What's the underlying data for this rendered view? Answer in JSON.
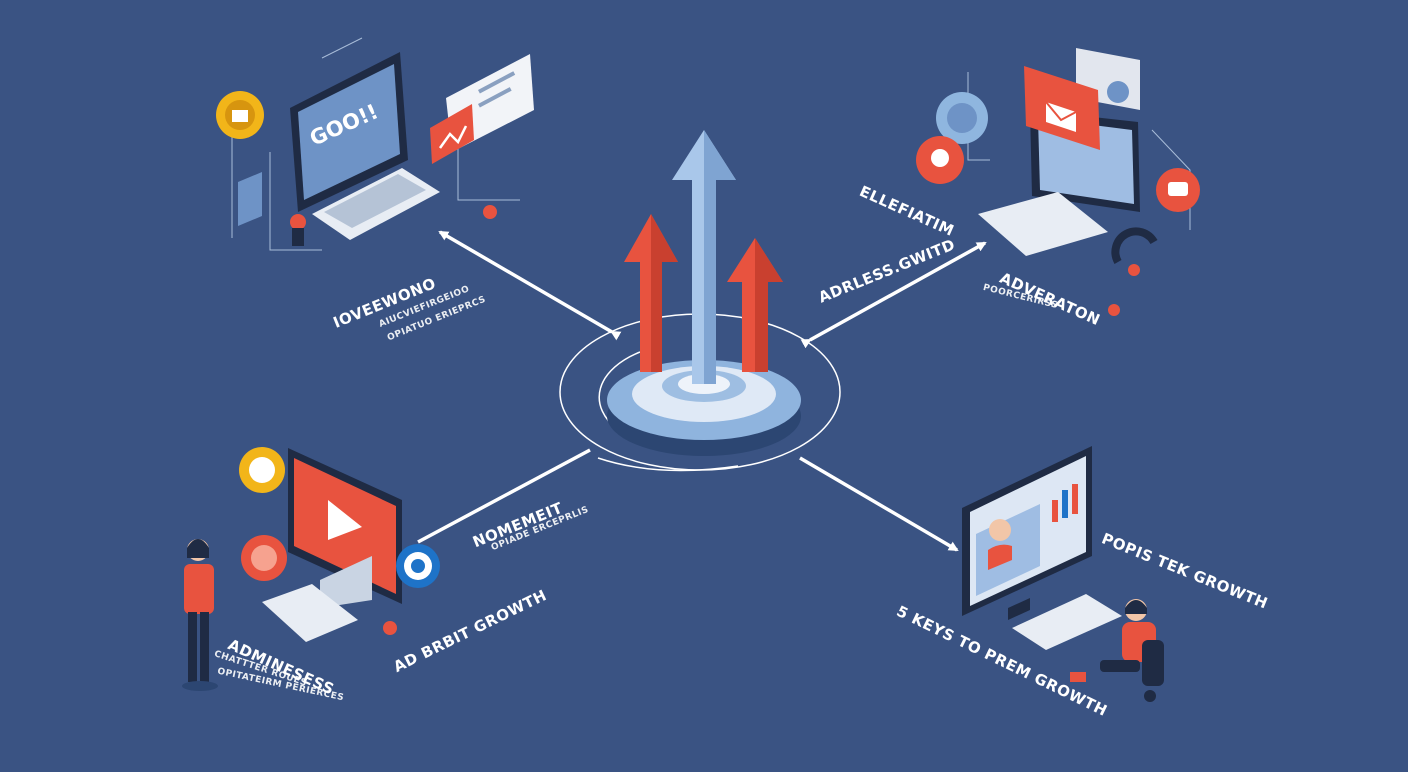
{
  "colors": {
    "background": "#3a5383",
    "accent_red": "#e8533f",
    "accent_blue": "#8fb6df",
    "accent_yellow": "#f2b519",
    "white": "#ffffff"
  },
  "center": {
    "icon": "growth-arrows-icon"
  },
  "screens": {
    "top_left": {
      "text": "GOO!!"
    }
  },
  "labels": {
    "top_left_main": "IOVEEWONO",
    "top_left_sub1": "AIUCVIEFIRGEIOO",
    "top_left_sub2": "OPIATUO ERIEPRCS",
    "top_right_main1": "ELLEFIATIM",
    "top_right_main2": "ADRLESS.GWITD",
    "top_right_main3": "ADVERATON",
    "top_right_sub": "POORCERIRSS",
    "center_left_main": "NOMEMEIT",
    "center_left_sub": "OPIADE ERCEPRLIS",
    "bottom_left_main1": "AD BRBIT GROWTH",
    "bottom_left_main2": "ADMINESESS",
    "bottom_left_sub1": "CHATTTER ROUES",
    "bottom_left_sub2": "OPITATEIRM PERIERCES",
    "bottom_right_main1": "POPIS TEK GROWTH",
    "bottom_right_main2": "5 KEYS TO PREM GROWTH"
  }
}
